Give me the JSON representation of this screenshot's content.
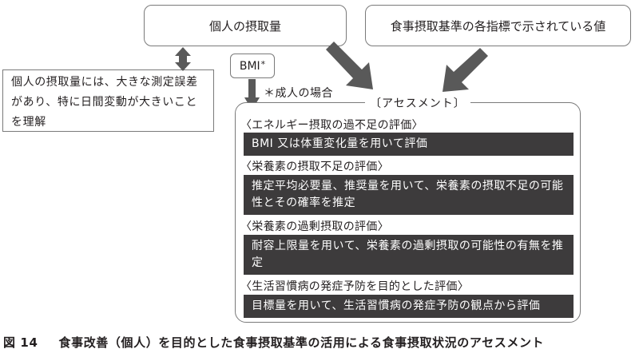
{
  "boxes": {
    "intake": "個人の摂取量",
    "standard": "食事摂取基準の各指標で示されている値",
    "note": "個人の摂取量には、大きな測定誤差があり、特に日間変動が大きいことを理解",
    "bmi": "BMI",
    "bmi_mark": "*"
  },
  "adult_note": "＊成人の場合",
  "assessment": {
    "label": "〔アセスメント〕",
    "sections": [
      {
        "heading": "〈エネルギー摂取の過不足の評価〉",
        "body": "BMI 又は体重変化量を用いて評価"
      },
      {
        "heading": "〈栄養素の摂取不足の評価〉",
        "body": "推定平均必要量、推奨量を用いて、栄養素の摂取不足の可能性とその確率を推定"
      },
      {
        "heading": "〈栄養素の過剰摂取の評価〉",
        "body": "耐容上限量を用いて、栄養素の過剰摂取の可能性の有無を推定"
      },
      {
        "heading": "〈生活習慣病の発症予防を目的とした評価〉",
        "body": "目標量を用いて、生活習慣病の発症予防の観点から評価"
      }
    ]
  },
  "caption": {
    "number": "図 14",
    "text": "食事改善（個人）を目的とした食事摂取基準の活用による食事摂取状況のアセスメント"
  },
  "colors": {
    "arrow": "#595959",
    "bar": "#3d3b3c",
    "border": "#7a7a7a"
  }
}
